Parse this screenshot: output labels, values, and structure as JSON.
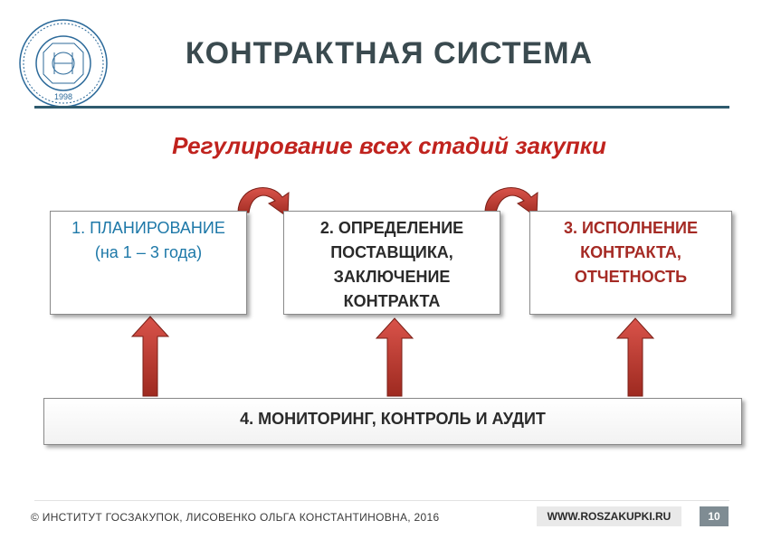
{
  "header": {
    "title": "КОНТРАКТНАЯ СИСТЕМА",
    "logo": {
      "icon": "institute-seal-icon",
      "year": "1998"
    }
  },
  "subtitle": "Регулирование всех стадий закупки",
  "stages": [
    {
      "lines": [
        "1. ПЛАНИРОВАНИЕ",
        "(на 1 – 3 года)"
      ]
    },
    {
      "lines": [
        "2. ОПРЕДЕЛЕНИЕ",
        "ПОСТАВЩИКА,",
        "ЗАКЛЮЧЕНИЕ",
        "КОНТРАКТА"
      ]
    },
    {
      "lines": [
        "3. ИСПОЛНЕНИЕ",
        "КОНТРАКТА,",
        "ОТЧЕТНОСТЬ"
      ]
    }
  ],
  "monitoring": "4. МОНИТОРИНГ, КОНТРОЛЬ И АУДИТ",
  "footer": {
    "copyright": "© ИНСТИТУТ ГОСЗАКУПОК, ЛИСОВЕНКО ОЛЬГА КОНСТАНТИНОВНА, 2016",
    "url": "WWW.ROSZAKUPKI.RU",
    "page": "10"
  },
  "colors": {
    "title": "#3a4a4f",
    "accent_red": "#c0231e",
    "arrow_fill": "#c0392b",
    "stage1_text": "#1d78a8",
    "stage3_text": "#a52a24",
    "rule": "#2e5b6e"
  }
}
